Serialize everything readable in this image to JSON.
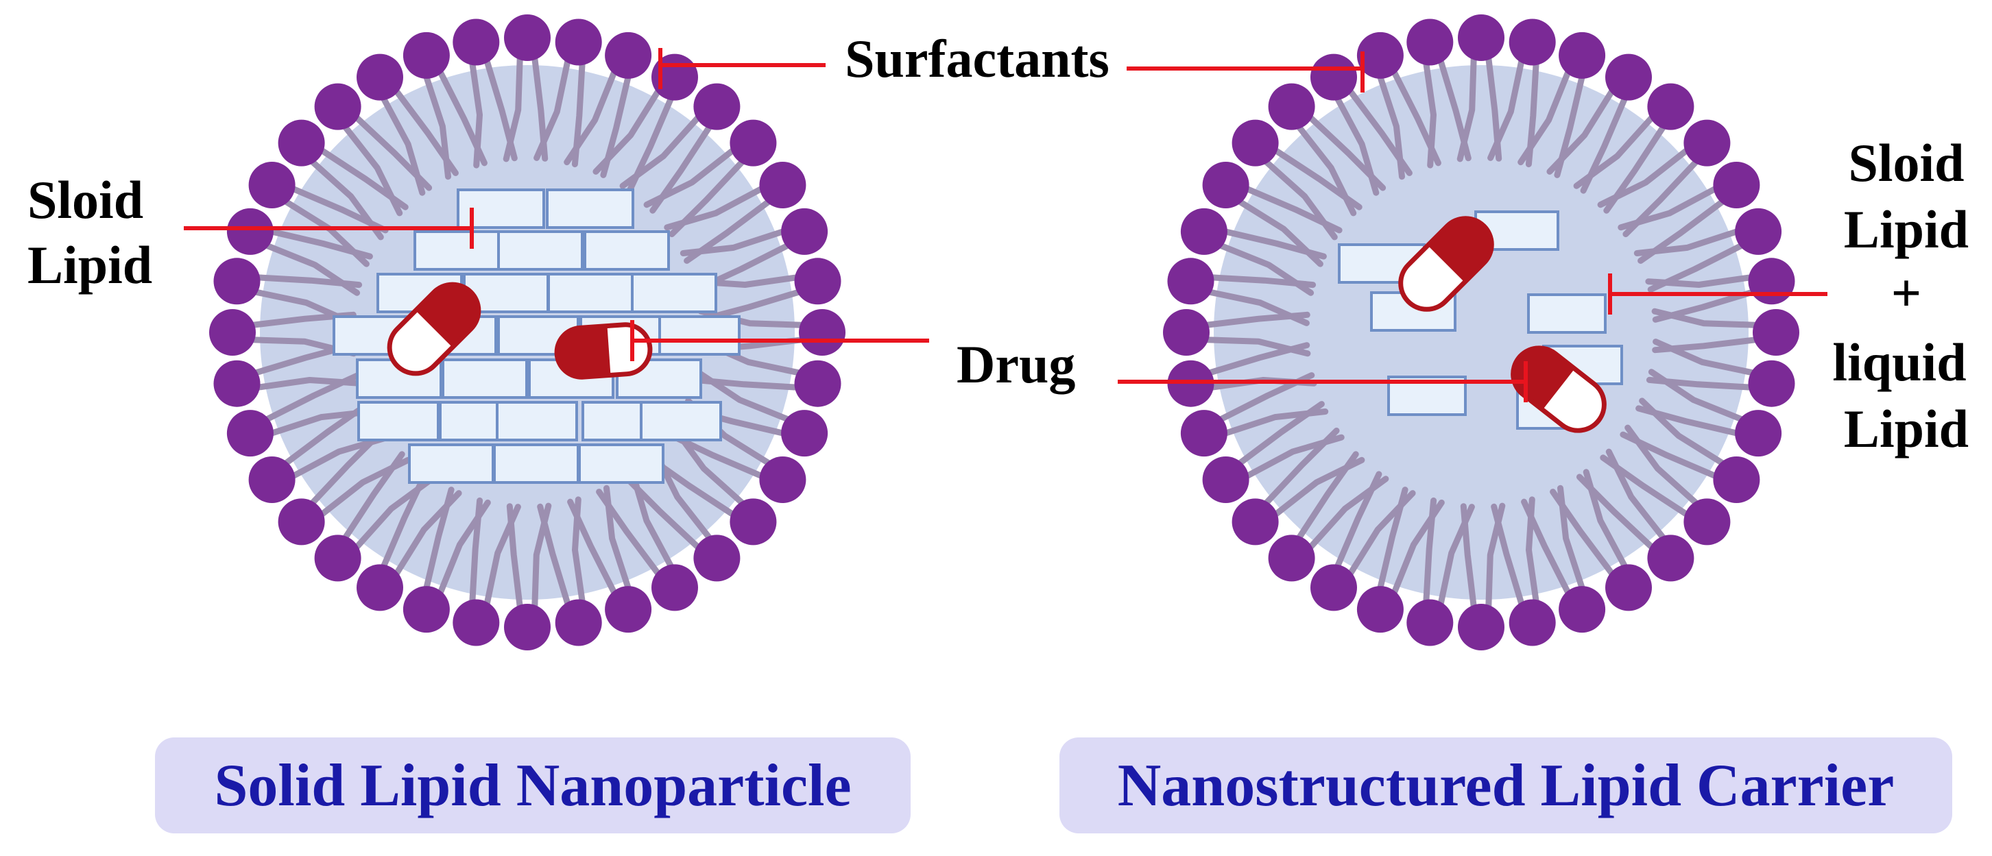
{
  "labels": {
    "surfactants": "Surfactants",
    "solid_lipid_line1": "Sloid",
    "solid_lipid_line2": "Lipid",
    "drug": "Drug",
    "mixed_line1": "Sloid",
    "mixed_line2": "Lipid",
    "mixed_line3": "+",
    "mixed_line4": "liquid",
    "mixed_line5": "Lipid"
  },
  "titles": {
    "left": "Solid Lipid Nanoparticle",
    "right": "Nanostructured Lipid Carrier"
  },
  "colors": {
    "head": "#7b2a96",
    "tail": "#9c8fb0",
    "core": "#c9d3ea",
    "brick_fill": "#e8f1fb",
    "brick_stroke": "#6f8fc6",
    "pointer": "#e8141e",
    "capsule": "#b0141c",
    "title_bg": "#dcdaf6",
    "title_text": "#1a1aa8"
  }
}
